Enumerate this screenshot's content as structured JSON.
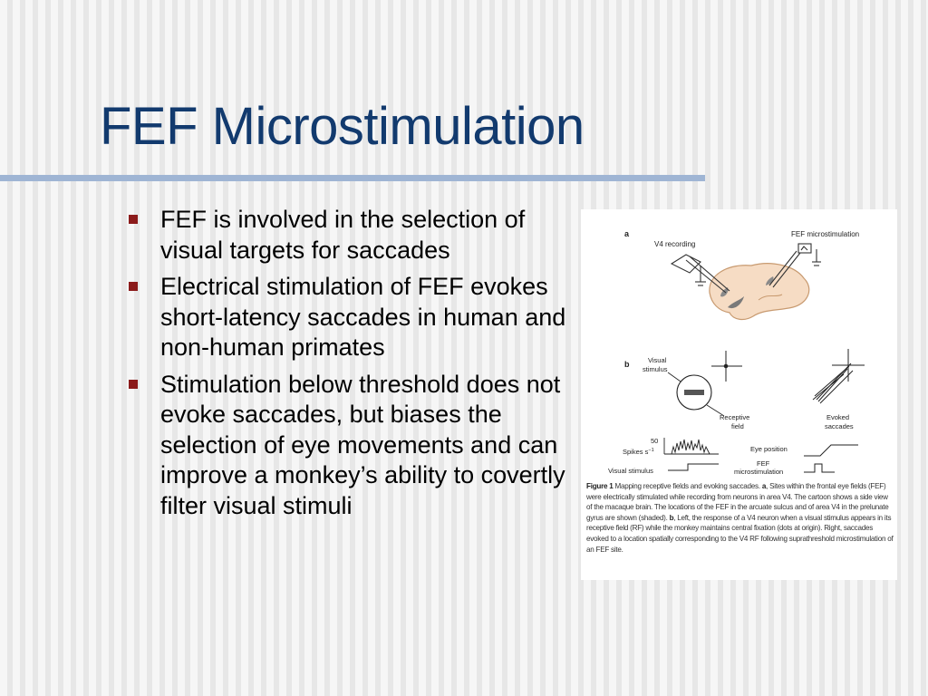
{
  "slide": {
    "title": "FEF Microstimulation",
    "bullets": [
      "FEF is involved in the selection of visual targets for saccades",
      "Electrical stimulation of FEF evokes short-latency saccades in human and non-human primates",
      "Stimulation below threshold does not evoke saccades, but biases the selection of eye movements and can improve a monkey’s ability to covertly filter visual stimuli"
    ]
  },
  "figure": {
    "panel_a": {
      "label": "a",
      "v4_recording": "V4 recording",
      "fef_microstimulation": "FEF microstimulation"
    },
    "panel_b": {
      "label": "b",
      "visual_stimulus": "Visual",
      "visual_stimulus_2": "stimulus",
      "receptive_field": "Receptive",
      "receptive_field_2": "field",
      "evoked_saccades": "Evoked",
      "evoked_saccades_2": "saccades",
      "scale_value": "50",
      "spikes_label": "Spikes s",
      "spikes_exp": "−1",
      "visual_stimulus_trace": "Visual stimulus",
      "eye_position": "Eye position",
      "fef_micro_1": "FEF",
      "fef_micro_2": "microstimulation"
    },
    "caption": {
      "figure_label": "Figure 1",
      "text_1": " Mapping receptive fields and evoking saccades. ",
      "a_label": "a",
      "text_2": ", Sites within the frontal eye fields (FEF) were electrically stimulated while recording from neurons in area V4. The cartoon shows a side view of the macaque brain. The locations of the FEF in the arcuate sulcus and of area V4 in the prelunate gyrus are shown (shaded). ",
      "b_label": "b",
      "text_3": ", Left, the response of a V4 neuron when a visual stimulus appears in its receptive field (RF) while the monkey maintains central fixation (dots at origin). Right, saccades evoked to a location spatially corresponding to the V4 RF following suprathreshold microstimulation of an FEF site."
    }
  },
  "colors": {
    "title": "#123a6e",
    "rule": "#9fb5d4",
    "bullet_marker": "#8b1a1a",
    "brain_fill": "#f6dcc4",
    "brain_stroke": "#c89a70"
  }
}
